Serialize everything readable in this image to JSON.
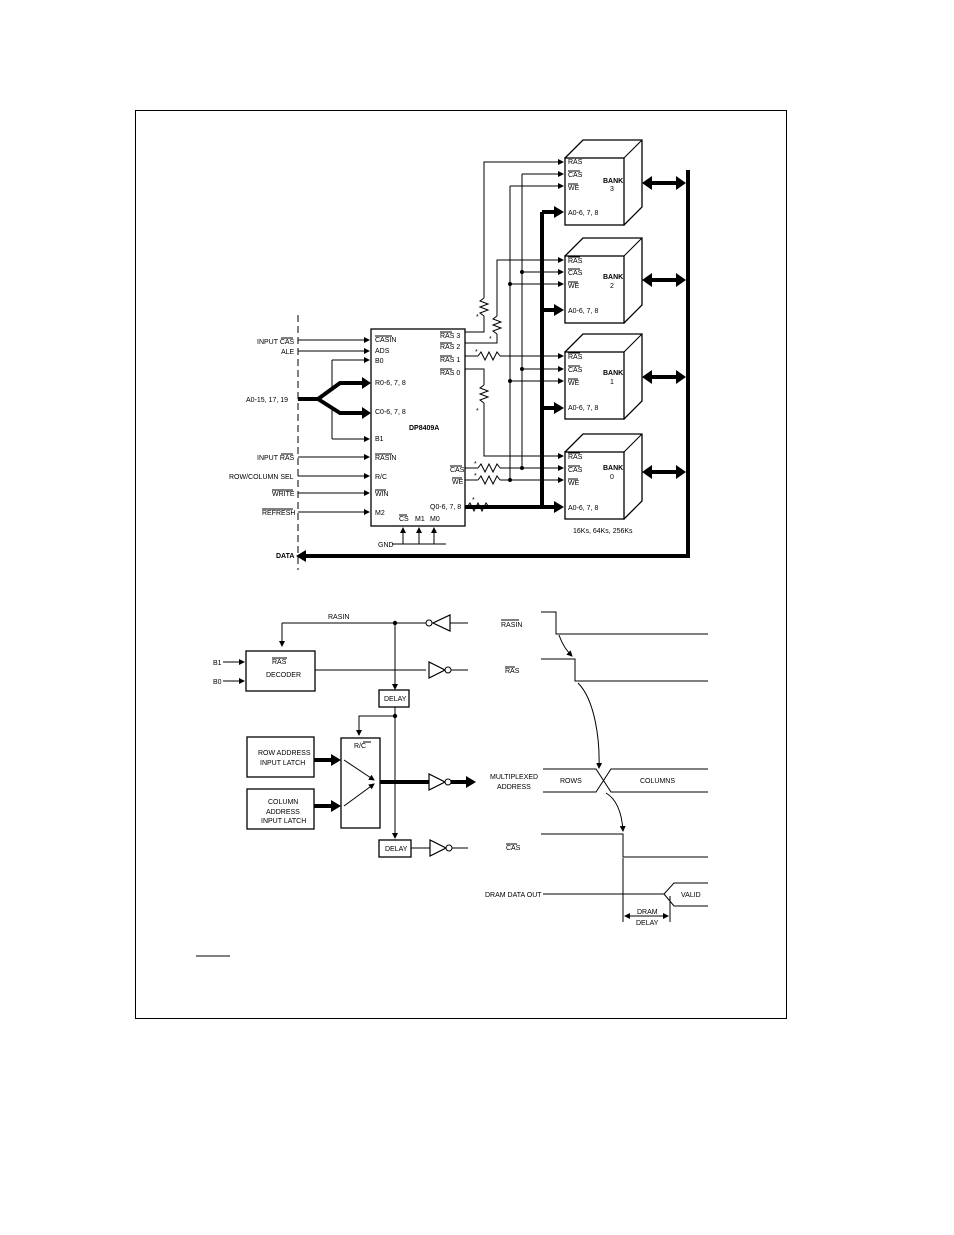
{
  "controller": {
    "name": "DP8409A",
    "left_pins": [
      "CASIN",
      "ADS",
      "B0",
      "R0-6, 7, 8",
      "C0-6, 7, 8",
      "B1",
      "RASIN",
      "R/C",
      "WIN",
      "M2"
    ],
    "right_pins": [
      "RAS 3",
      "RAS 2",
      "RAS 1",
      "RAS 0",
      "CAS",
      "WE",
      "Q0-6, 7, 8"
    ],
    "bottom_pins": [
      "CS",
      "M1",
      "M0"
    ],
    "gnd": "GND"
  },
  "inputs": {
    "input_cas": "INPUT CAS",
    "ale": "ALE",
    "address": "A0-15, 17, 19",
    "input_ras": "INPUT RAS",
    "row_col_sel": "ROW/COLUMN SEL",
    "write": "WRITE",
    "refresh": "REFRESH",
    "data": "DATA"
  },
  "banks": [
    {
      "label": "BANK",
      "number": "3"
    },
    {
      "label": "BANK",
      "number": "2"
    },
    {
      "label": "BANK",
      "number": "1"
    },
    {
      "label": "BANK",
      "number": "0"
    }
  ],
  "bank_pins": {
    "ras": "RAS",
    "cas": "CAS",
    "we": "WE",
    "addr": "A0-6, 7, 8"
  },
  "resistor_mark": "*",
  "memory_sizes": "16Ks, 64Ks, 256Ks",
  "logic": {
    "rasin": "RASIN",
    "b1": "B1",
    "b0": "B0",
    "decoder_1": "RAS",
    "decoder_2": "DECODER",
    "delay": "DELAY",
    "rc": "R/C",
    "row_latch_1": "ROW ADDRESS",
    "row_latch_2": "INPUT LATCH",
    "col_latch_1": "COLUMN",
    "col_latch_2": "ADDRESS",
    "col_latch_3": "INPUT LATCH"
  },
  "timing": {
    "rasin": "RASIN",
    "ras": "RAS",
    "mux_1": "MULTIPLEXED",
    "mux_2": "ADDRESS",
    "rows": "ROWS",
    "columns": "COLUMNS",
    "cas": "CAS",
    "dram_data_out": "DRAM DATA OUT",
    "valid": "VALID",
    "dram_delay_1": "DRAM",
    "dram_delay_2": "DELAY"
  }
}
